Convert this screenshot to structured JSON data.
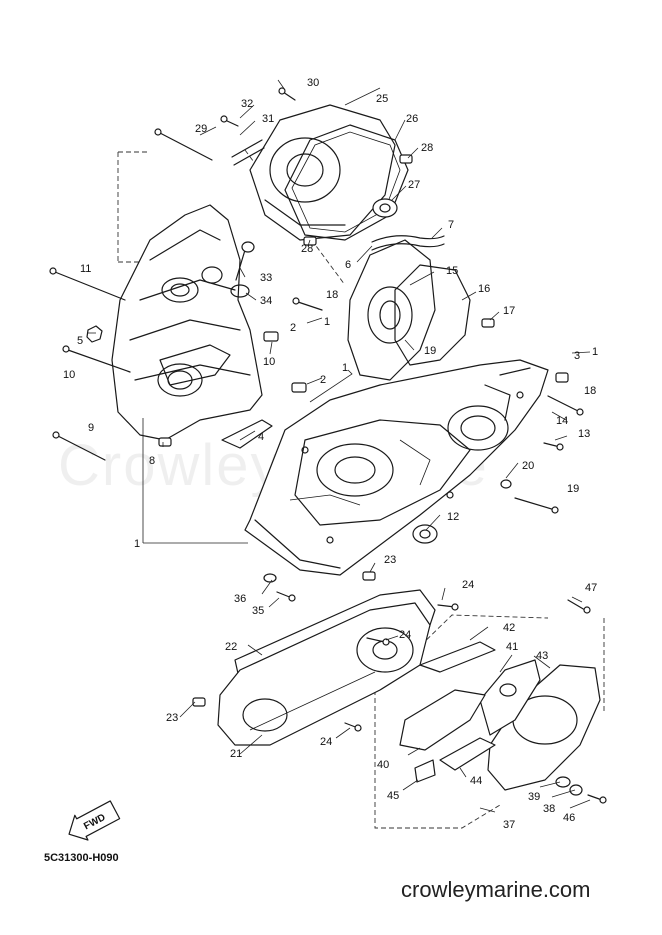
{
  "diagram_code": "5C31300-H090",
  "website": "crowleymarine.com",
  "watermark": "Crowley Marine",
  "fwd_label": "FWD",
  "callouts": [
    "1",
    "2",
    "3",
    "4",
    "5",
    "6",
    "7",
    "8",
    "9",
    "10",
    "11",
    "12",
    "13",
    "14",
    "15",
    "16",
    "17",
    "18",
    "19",
    "20",
    "21",
    "22",
    "23",
    "24",
    "25",
    "26",
    "27",
    "28",
    "29",
    "30",
    "31",
    "32",
    "33",
    "34",
    "35",
    "36",
    "37",
    "38",
    "39",
    "40",
    "41",
    "42",
    "43",
    "44",
    "45",
    "46",
    "47"
  ]
}
